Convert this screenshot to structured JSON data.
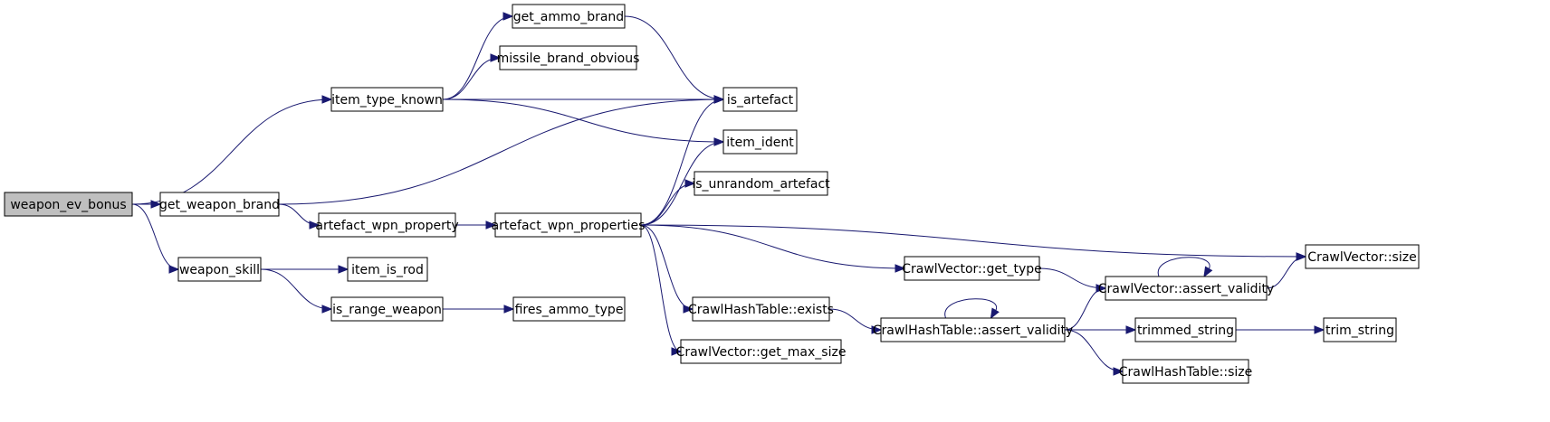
{
  "nodes": [
    {
      "id": "weapon_ev_bonus",
      "label": "weapon_ev_bonus",
      "root": true
    },
    {
      "id": "item_type_known",
      "label": "item_type_known"
    },
    {
      "id": "get_weapon_brand",
      "label": "get_weapon_brand"
    },
    {
      "id": "weapon_skill",
      "label": "weapon_skill"
    },
    {
      "id": "get_ammo_brand",
      "label": "get_ammo_brand"
    },
    {
      "id": "missile_brand_obvious",
      "label": "missile_brand_obvious"
    },
    {
      "id": "is_artefact",
      "label": "is_artefact"
    },
    {
      "id": "item_ident",
      "label": "item_ident"
    },
    {
      "id": "artefact_wpn_property",
      "label": "artefact_wpn_property"
    },
    {
      "id": "artefact_wpn_properties",
      "label": "artefact_wpn_properties"
    },
    {
      "id": "is_unrandom_artefact",
      "label": "is_unrandom_artefact"
    },
    {
      "id": "item_is_rod",
      "label": "item_is_rod"
    },
    {
      "id": "is_range_weapon",
      "label": "is_range_weapon"
    },
    {
      "id": "fires_ammo_type",
      "label": "fires_ammo_type"
    },
    {
      "id": "crawlvector_get_type",
      "label": "CrawlVector::get_type"
    },
    {
      "id": "crawlhashtable_exists",
      "label": "CrawlHashTable::exists"
    },
    {
      "id": "crawlvector_get_max_size",
      "label": "CrawlVector::get_max_size"
    },
    {
      "id": "crawlvector_size",
      "label": "CrawlVector::size"
    },
    {
      "id": "crawlvector_assert_validity",
      "label": "CrawlVector::assert_validity"
    },
    {
      "id": "crawlhashtable_assert_validity",
      "label": "CrawlHashTable::assert_validity"
    },
    {
      "id": "trimmed_string",
      "label": "trimmed_string"
    },
    {
      "id": "trim_string",
      "label": "trim_string"
    },
    {
      "id": "crawlhashtable_size",
      "label": "CrawlHashTable::size"
    }
  ],
  "edges": [
    [
      "weapon_ev_bonus",
      "item_type_known"
    ],
    [
      "weapon_ev_bonus",
      "get_weapon_brand"
    ],
    [
      "weapon_ev_bonus",
      "weapon_skill"
    ],
    [
      "item_type_known",
      "get_ammo_brand"
    ],
    [
      "item_type_known",
      "missile_brand_obvious"
    ],
    [
      "item_type_known",
      "is_artefact"
    ],
    [
      "item_type_known",
      "item_ident"
    ],
    [
      "get_ammo_brand",
      "is_artefact"
    ],
    [
      "get_weapon_brand",
      "is_artefact"
    ],
    [
      "get_weapon_brand",
      "artefact_wpn_property"
    ],
    [
      "artefact_wpn_property",
      "artefact_wpn_properties"
    ],
    [
      "artefact_wpn_properties",
      "is_artefact"
    ],
    [
      "artefact_wpn_properties",
      "item_ident"
    ],
    [
      "artefact_wpn_properties",
      "is_unrandom_artefact"
    ],
    [
      "artefact_wpn_properties",
      "crawlvector_size"
    ],
    [
      "artefact_wpn_properties",
      "crawlvector_get_type"
    ],
    [
      "artefact_wpn_properties",
      "crawlhashtable_exists"
    ],
    [
      "artefact_wpn_properties",
      "crawlvector_get_max_size"
    ],
    [
      "weapon_skill",
      "item_is_rod"
    ],
    [
      "weapon_skill",
      "is_range_weapon"
    ],
    [
      "is_range_weapon",
      "fires_ammo_type"
    ],
    [
      "crawlvector_get_type",
      "crawlvector_assert_validity"
    ],
    [
      "crawlhashtable_exists",
      "crawlhashtable_assert_validity"
    ],
    [
      "crawlvector_assert_validity",
      "crawlvector_assert_validity"
    ],
    [
      "crawlvector_assert_validity",
      "crawlvector_size"
    ],
    [
      "crawlhashtable_assert_validity",
      "crawlvector_assert_validity"
    ],
    [
      "crawlhashtable_assert_validity",
      "crawlhashtable_assert_validity"
    ],
    [
      "crawlhashtable_assert_validity",
      "trimmed_string"
    ],
    [
      "crawlhashtable_assert_validity",
      "crawlhashtable_size"
    ],
    [
      "trimmed_string",
      "trim_string"
    ]
  ],
  "colors": {
    "edge": "#191970",
    "root_fill": "#bfbfbf",
    "node_fill": "#ffffff"
  }
}
